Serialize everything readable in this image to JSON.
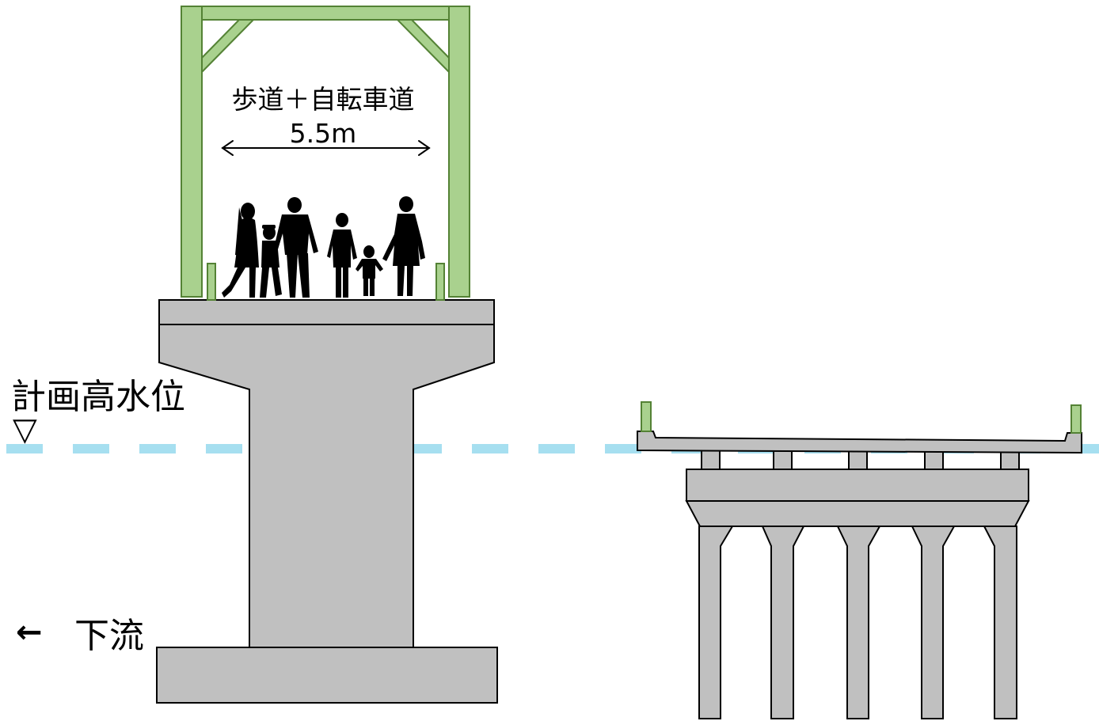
{
  "labels": {
    "path_name": "歩道＋自転車道",
    "width_value": "5.5m",
    "water_level": "計画高水位",
    "water_symbol": "▽",
    "flow_arrow": "←",
    "flow_direction": "下流"
  },
  "colors": {
    "concrete": "#c0c0c0",
    "steel_frame": "#a9d18e",
    "steel_outline": "#548235",
    "water_line": "#a6dff0",
    "silhouette": "#000000"
  }
}
